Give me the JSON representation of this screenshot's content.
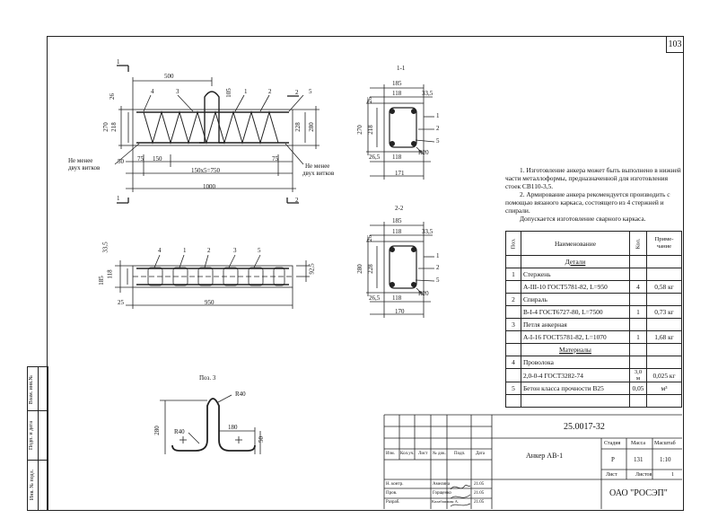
{
  "sheet": {
    "page_number": "103"
  },
  "drawing": {
    "section_1_1_title": "1-1",
    "section_2_2_title": "2-2",
    "pos3_title": "Поз. 3",
    "cut_marks": {
      "one": "1",
      "two": "2"
    },
    "view_top_dims": {
      "d500": "500",
      "d26": "26",
      "d218": "218",
      "d270": "270",
      "d228": "228",
      "d280": "280",
      "d105": "105",
      "d50": "50",
      "d75a": "75",
      "d150": "150",
      "d75b": "75",
      "d150x5": "150x5=750",
      "d1000": "1000"
    },
    "view_top_callouts": [
      "4",
      "3",
      "1",
      "2",
      "5"
    ],
    "note_min_turns_left": [
      "Не менее",
      "двух витков"
    ],
    "note_min_turns_right": [
      "Не менее",
      "двух витков"
    ],
    "view_plan_dims": {
      "d33_5": "33,5",
      "d118": "118",
      "d185": "185",
      "d25": "25",
      "d950": "950",
      "d92_5": "92,5"
    },
    "view_plan_callouts": [
      "4",
      "1",
      "2",
      "3",
      "5"
    ],
    "sec11_dims": {
      "d185": "185",
      "d26": "26",
      "d118a": "118",
      "d33_5": "33,5",
      "d218": "218",
      "d270": "270",
      "d26_5": "26,5",
      "d118b": "118",
      "d171": "171",
      "r20": "R20"
    },
    "sec11_callouts": [
      "1",
      "2",
      "5"
    ],
    "sec22_dims": {
      "d185": "185",
      "d26": "26",
      "d118a": "118",
      "d33_5": "33,5",
      "d228": "228",
      "d280": "280",
      "d26_5": "26,5",
      "d118b": "118",
      "d170": "170",
      "r20": "R20"
    },
    "sec22_callouts": [
      "1",
      "2",
      "5"
    ],
    "pos3_dims": {
      "r40a": "R40",
      "r40b": "R40",
      "d180": "180",
      "d280": "280",
      "d50": "50"
    }
  },
  "notes": [
    "1. Изготовление анкера может быть выполнено в нижней части металлоформы, предназначенной для изготовления стоек СВ110-3,5.",
    "2. Армирование анкера рекомендуется производить с помощью вязаного каркаса, состоящего из 4 стержней и спирали.",
    "Допускается изготовление сварного каркаса."
  ],
  "spec_table": {
    "headers": {
      "pos": "Поз.",
      "name": "Наименование",
      "qty": "Кол.",
      "note": "Приме-чание"
    },
    "rows": [
      {
        "pos": "",
        "name": "Детали",
        "qty": "",
        "note": "",
        "section": true
      },
      {
        "pos": "1",
        "name": "Стержень",
        "qty": "",
        "note": ""
      },
      {
        "pos": "",
        "name": "А-III-10 ГОСТ5781-82, L=950",
        "qty": "4",
        "note": "0,58 кг"
      },
      {
        "pos": "2",
        "name": "Спираль",
        "qty": "",
        "note": ""
      },
      {
        "pos": "",
        "name": "В-I-4 ГОСТ6727-80, L=7500",
        "qty": "1",
        "note": "0,73 кг"
      },
      {
        "pos": "3",
        "name": "Петля анкерная",
        "qty": "",
        "note": ""
      },
      {
        "pos": "",
        "name": "А-I-16 ГОСТ5781-82, L=1070",
        "qty": "1",
        "note": "1,68 кг"
      },
      {
        "pos": "",
        "name": "Материалы",
        "qty": "",
        "note": "",
        "section": true
      },
      {
        "pos": "4",
        "name": "Проволока",
        "qty": "",
        "note": ""
      },
      {
        "pos": "",
        "name": "2,0-0-4 ГОСТ3282-74",
        "qty": "3,0 м",
        "note": "0,025 кг"
      },
      {
        "pos": "5",
        "name": "Бетон класса прочности В25",
        "qty": "0,05",
        "note": "м³"
      }
    ]
  },
  "title_block": {
    "doc_code": "25.0017-32",
    "title": "Анкер АВ-1",
    "stage_label": "Стадия",
    "mass_label": "Масса",
    "scale_label": "Масштаб",
    "stage": "Р",
    "mass": "131",
    "scale": "1:10",
    "sheet_label": "Лист",
    "sheets_label": "Листов",
    "sheets": "1",
    "org": "ОАО \"РОСЭП\"",
    "rev_headers": [
      "Изм.",
      "Кол.уч.",
      "Лист",
      "№ док.",
      "Подп.",
      "Дата"
    ],
    "roles": [
      "Н. контр.",
      "Пров.",
      "Разраб."
    ],
    "names": [
      "Амелина",
      "Горщенко",
      "Калабашкин А."
    ],
    "dates": [
      "21.05",
      "21.05",
      "21.05"
    ]
  },
  "side_stamp": [
    "Взам. инв.№",
    "Подп. и дата",
    "Инв. № подл."
  ]
}
